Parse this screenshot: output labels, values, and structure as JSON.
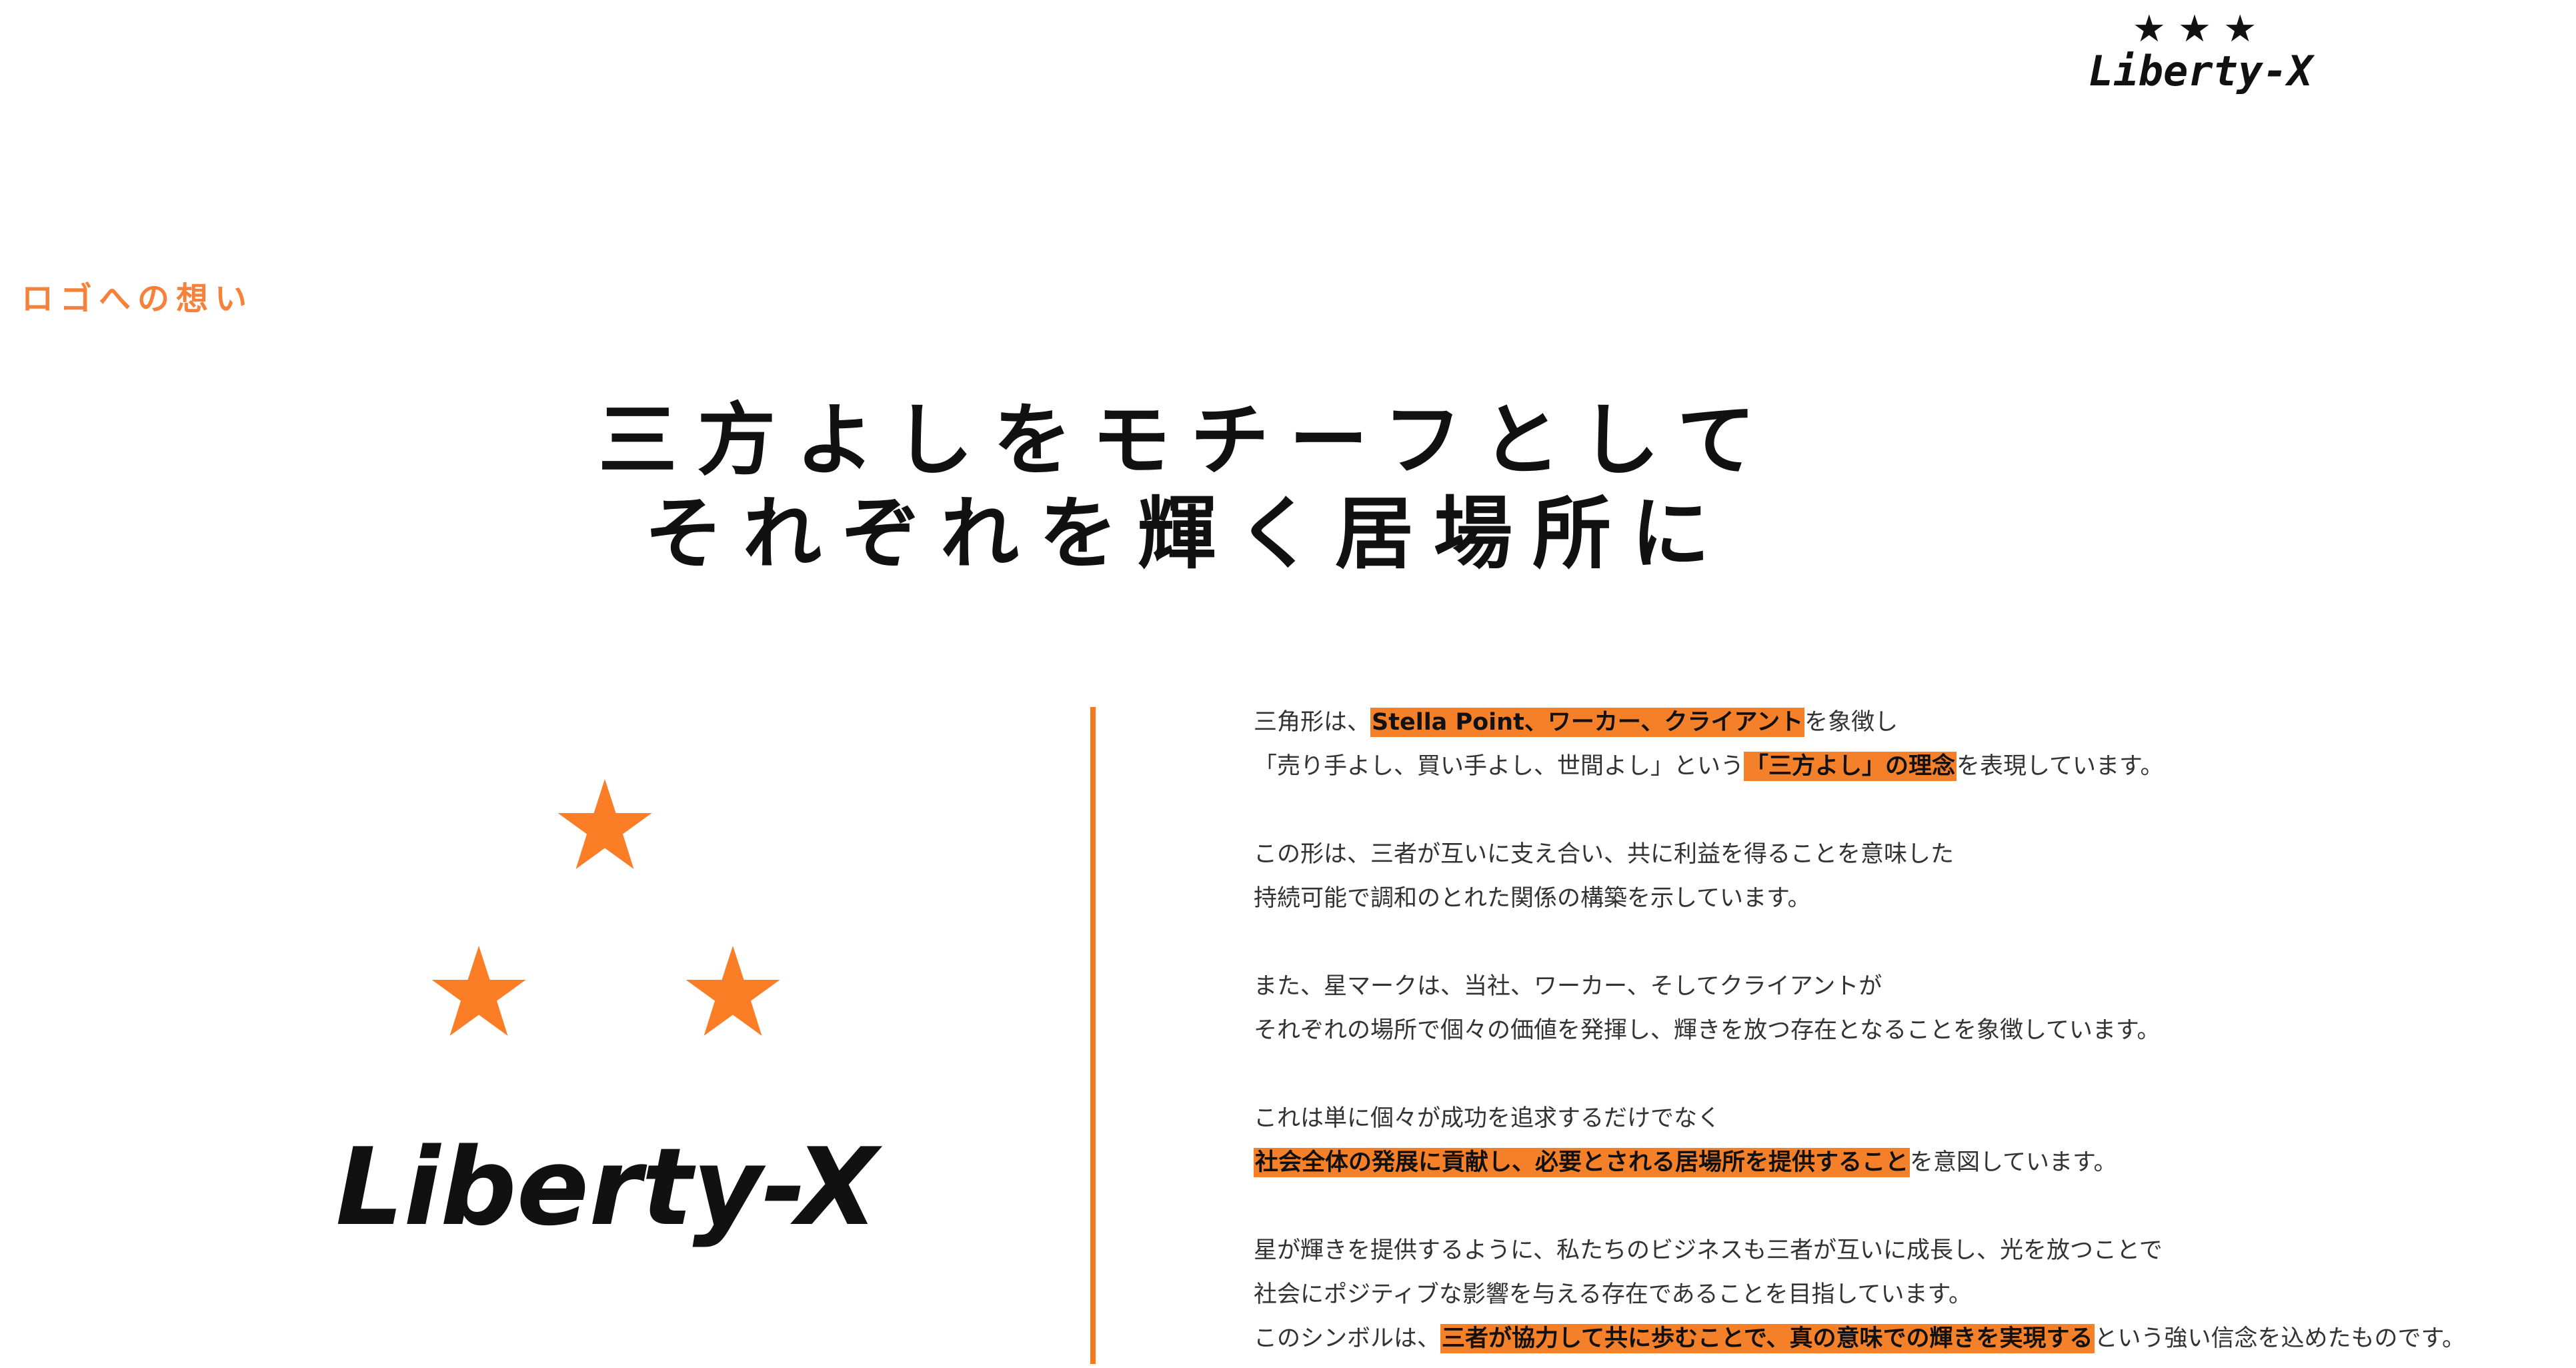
{
  "header": {
    "stars": "★★★",
    "brand": "Liberty-X"
  },
  "section_label": "ロゴへの想い",
  "headline": {
    "line1": "三方よしをモチーフとして",
    "line2": "それぞれを輝く居場所に"
  },
  "logo": {
    "brand": "Liberty-X",
    "star_color": "#fb7d26"
  },
  "colors": {
    "accent": "#f5802a",
    "divider": "#f47a20",
    "label": "#f5813a"
  },
  "body": {
    "p1": {
      "l1_a": "三角形は、",
      "l1_hl": "Stella Point、ワーカー、クライアント",
      "l1_b": "を象徴し",
      "l2_a": "「売り手よし、買い手よし、世間よし」という",
      "l2_hl": "「三方よし」の理念",
      "l2_b": "を表現しています。"
    },
    "p2": {
      "l1": "この形は、三者が互いに支え合い、共に利益を得ることを意味した",
      "l2": "持続可能で調和のとれた関係の構築を示しています。"
    },
    "p3": {
      "l1": "また、星マークは、当社、ワーカー、そしてクライアントが",
      "l2": "それぞれの場所で個々の価値を発揮し、輝きを放つ存在となることを象徴しています。"
    },
    "p4": {
      "l1": "これは単に個々が成功を追求するだけでなく",
      "l2_hl": "社会全体の発展に貢献し、必要とされる居場所を提供すること",
      "l2_b": "を意図しています。"
    },
    "p5": {
      "l1": "星が輝きを提供するように、私たちのビジネスも三者が互いに成長し、光を放つことで",
      "l2": "社会にポジティブな影響を与える存在であることを目指しています。",
      "l3_a": "このシンボルは、",
      "l3_hl": "三者が協力して共に歩むことで、真の意味での輝きを実現する",
      "l3_b": "という強い信念を込めたものです。"
    }
  }
}
